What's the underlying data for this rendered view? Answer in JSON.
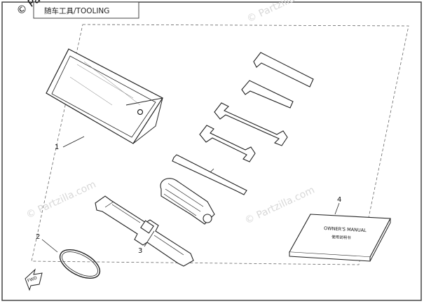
{
  "header": {
    "title": "随车工具/TOOLING"
  },
  "watermarks": [
    {
      "text": "© Partzilla.com"
    },
    {
      "text": "© Partzilla.com"
    },
    {
      "text": "© Partzilla.com"
    },
    {
      "text": "© Partzilla.com"
    }
  ],
  "callouts": [
    {
      "label": "1"
    },
    {
      "label": "2"
    },
    {
      "label": "3"
    },
    {
      "label": "4"
    }
  ],
  "manual": {
    "line1": "OWNER'S MANUAL",
    "line2": "使用说明书"
  },
  "fwd_arrow": {
    "label": "FWD"
  }
}
